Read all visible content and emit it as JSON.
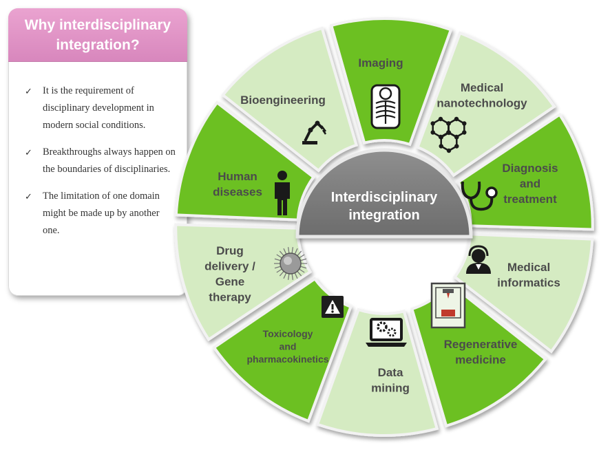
{
  "callout": {
    "title": "Why interdisciplinary integration?",
    "bullets": [
      "It is the requirement of disciplinary development  in modern social conditions.",
      "Breakthroughs always happen on the boundaries of disciplinaries.",
      "The limitation of one domain might be made up by another one."
    ]
  },
  "center": {
    "line1": "Interdisciplinary",
    "line2": "integration"
  },
  "segments": [
    {
      "lines": [
        "Imaging"
      ],
      "icon": "chest-xray-icon",
      "fill": "green"
    },
    {
      "lines": [
        "Medical",
        "nanotechnology"
      ],
      "icon": "molecule-icon",
      "fill": "light"
    },
    {
      "lines": [
        "Diagnosis",
        "and",
        "treatment"
      ],
      "icon": "stethoscope-icon",
      "fill": "green"
    },
    {
      "lines": [
        "Medical",
        "informatics"
      ],
      "icon": "doctor-headset-icon",
      "fill": "light"
    },
    {
      "lines": [
        "Regenerative",
        "medicine"
      ],
      "icon": "3d-printer-icon",
      "fill": "green"
    },
    {
      "lines": [
        "Data",
        "mining"
      ],
      "icon": "laptop-gears-icon",
      "fill": "light"
    },
    {
      "lines": [
        "Toxicology",
        "and",
        "pharmacokinetics"
      ],
      "icon": "warning-icon",
      "fill": "green"
    },
    {
      "lines": [
        "Drug",
        "delivery /",
        "Gene",
        "therapy"
      ],
      "icon": "nanoparticle-icon",
      "fill": "light"
    },
    {
      "lines": [
        "Human",
        "diseases"
      ],
      "icon": "person-icon",
      "fill": "green"
    },
    {
      "lines": [
        "Bioengineering"
      ],
      "icon": "robot-arm-icon",
      "fill": "light"
    }
  ],
  "colors": {
    "green": "#6cc022",
    "light": "#d5ebc2",
    "center": "#7d7d7d",
    "callout_header": "#df92c6",
    "text": "#4b4b4b"
  }
}
